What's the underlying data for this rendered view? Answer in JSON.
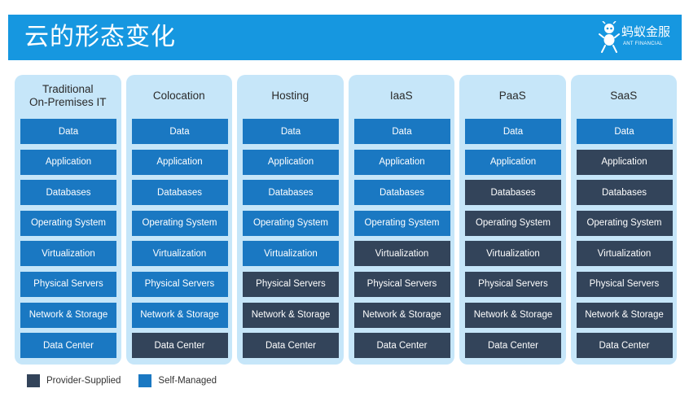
{
  "header": {
    "title": "云的形态变化",
    "logo_cn": "蚂蚁金服",
    "logo_en": "ANT FINANCIAL",
    "logo_icon": "ant-mascot-icon"
  },
  "colors": {
    "header_bg": "#1697e0",
    "column_bg": "#c6e6f9",
    "self_managed": "#1a78c2",
    "provider_supplied": "#33445a"
  },
  "columns": [
    {
      "title": "Traditional\nOn-Premises IT",
      "layers": [
        {
          "label": "Data",
          "type": "self"
        },
        {
          "label": "Application",
          "type": "self"
        },
        {
          "label": "Databases",
          "type": "self"
        },
        {
          "label": "Operating System",
          "type": "self"
        },
        {
          "label": "Virtualization",
          "type": "self"
        },
        {
          "label": "Physical Servers",
          "type": "self"
        },
        {
          "label": "Network & Storage",
          "type": "self"
        },
        {
          "label": "Data Center",
          "type": "self"
        }
      ]
    },
    {
      "title": "Colocation",
      "layers": [
        {
          "label": "Data",
          "type": "self"
        },
        {
          "label": "Application",
          "type": "self"
        },
        {
          "label": "Databases",
          "type": "self"
        },
        {
          "label": "Operating System",
          "type": "self"
        },
        {
          "label": "Virtualization",
          "type": "self"
        },
        {
          "label": "Physical Servers",
          "type": "self"
        },
        {
          "label": "Network & Storage",
          "type": "self"
        },
        {
          "label": "Data Center",
          "type": "provider"
        }
      ]
    },
    {
      "title": "Hosting",
      "layers": [
        {
          "label": "Data",
          "type": "self"
        },
        {
          "label": "Application",
          "type": "self"
        },
        {
          "label": "Databases",
          "type": "self"
        },
        {
          "label": "Operating System",
          "type": "self"
        },
        {
          "label": "Virtualization",
          "type": "self"
        },
        {
          "label": "Physical Servers",
          "type": "provider"
        },
        {
          "label": "Network & Storage",
          "type": "provider"
        },
        {
          "label": "Data Center",
          "type": "provider"
        }
      ]
    },
    {
      "title": "IaaS",
      "layers": [
        {
          "label": "Data",
          "type": "self"
        },
        {
          "label": "Application",
          "type": "self"
        },
        {
          "label": "Databases",
          "type": "self"
        },
        {
          "label": "Operating System",
          "type": "self"
        },
        {
          "label": "Virtualization",
          "type": "provider"
        },
        {
          "label": "Physical Servers",
          "type": "provider"
        },
        {
          "label": "Network & Storage",
          "type": "provider"
        },
        {
          "label": "Data Center",
          "type": "provider"
        }
      ]
    },
    {
      "title": "PaaS",
      "layers": [
        {
          "label": "Data",
          "type": "self"
        },
        {
          "label": "Application",
          "type": "self"
        },
        {
          "label": "Databases",
          "type": "provider"
        },
        {
          "label": "Operating System",
          "type": "provider"
        },
        {
          "label": "Virtualization",
          "type": "provider"
        },
        {
          "label": "Physical Servers",
          "type": "provider"
        },
        {
          "label": "Network & Storage",
          "type": "provider"
        },
        {
          "label": "Data Center",
          "type": "provider"
        }
      ]
    },
    {
      "title": "SaaS",
      "layers": [
        {
          "label": "Data",
          "type": "self"
        },
        {
          "label": "Application",
          "type": "provider"
        },
        {
          "label": "Databases",
          "type": "provider"
        },
        {
          "label": "Operating System",
          "type": "provider"
        },
        {
          "label": "Virtualization",
          "type": "provider"
        },
        {
          "label": "Physical Servers",
          "type": "provider"
        },
        {
          "label": "Network & Storage",
          "type": "provider"
        },
        {
          "label": "Data Center",
          "type": "provider"
        }
      ]
    }
  ],
  "legend": {
    "provider_label": "Provider-Supplied",
    "self_label": "Self-Managed"
  }
}
